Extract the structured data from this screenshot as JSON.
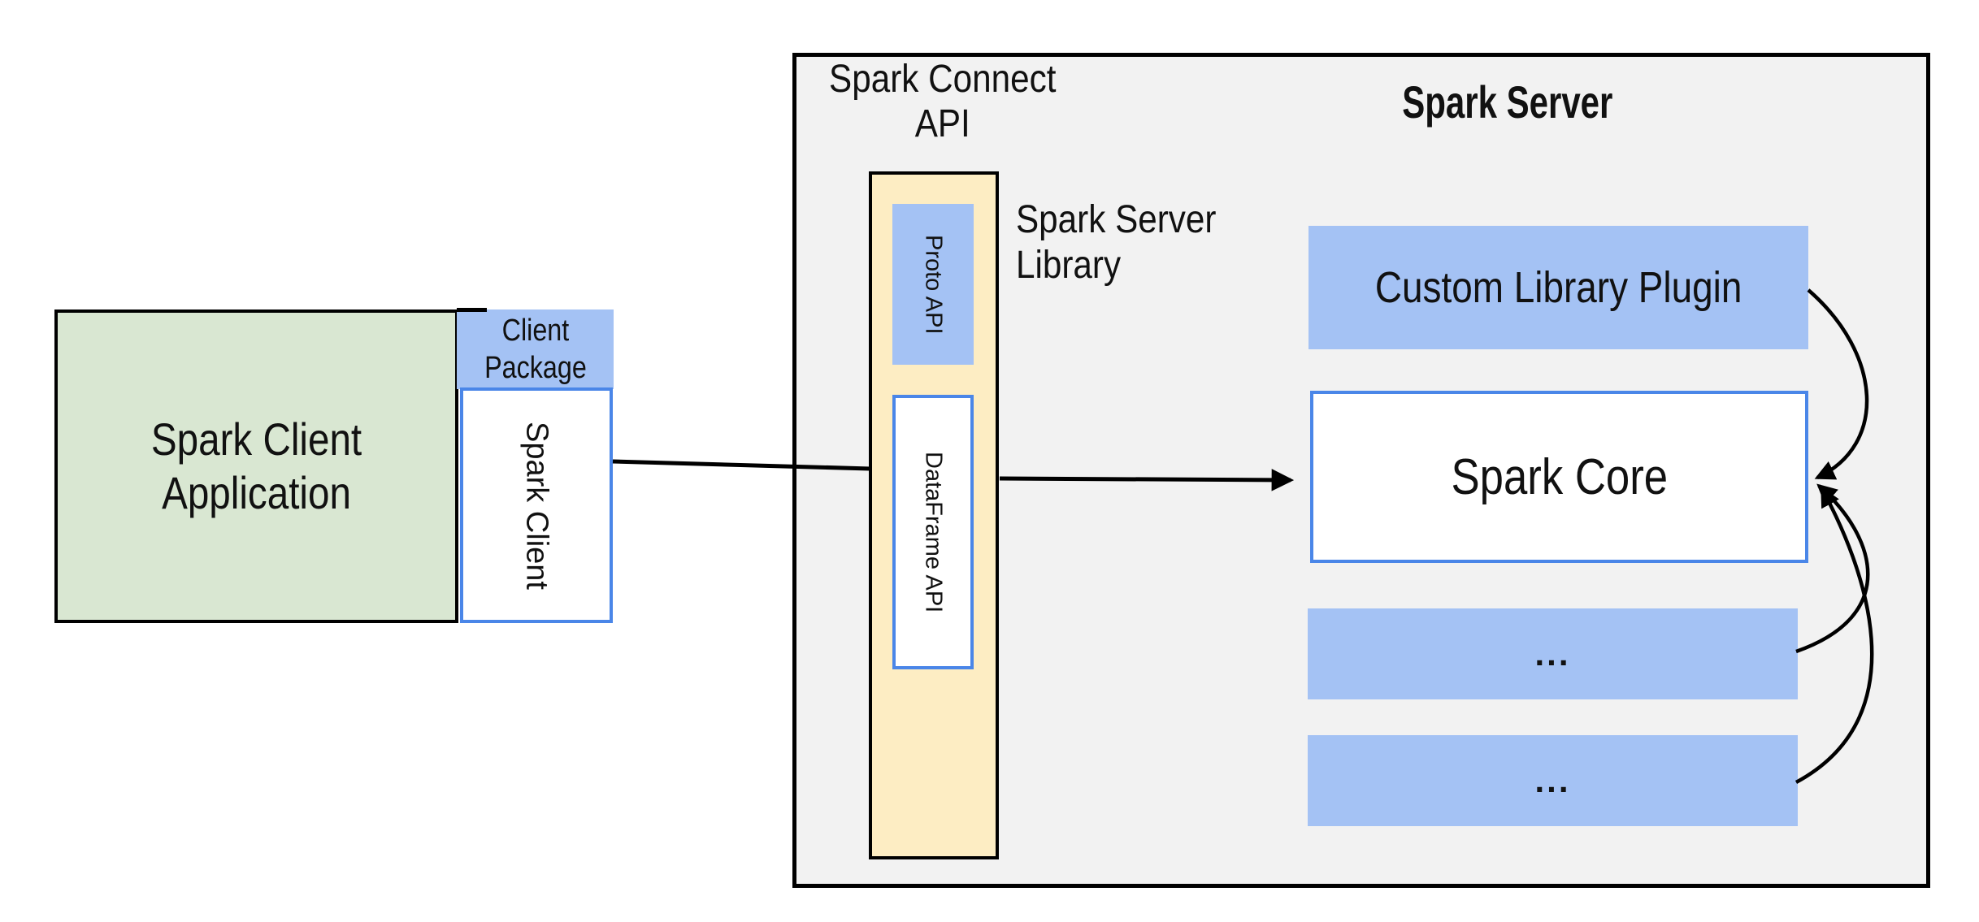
{
  "diagram": {
    "client_application": {
      "label_line1": "Spark Client",
      "label_line2": "Application"
    },
    "client_package": {
      "label_line1": "Client",
      "label_line2": "Package"
    },
    "spark_client": {
      "label": "Spark Client"
    },
    "spark_connect_api": {
      "label_line1": "Spark Connect",
      "label_line2": "API"
    },
    "spark_server": {
      "title": "Spark Server"
    },
    "spark_server_library": {
      "label_line1": "Spark Server",
      "label_line2": "Library"
    },
    "proto_api": {
      "label": "Proto API"
    },
    "dataframe_api": {
      "label": "DataFrame API"
    },
    "custom_library_plugin": {
      "label": "Custom Library Plugin"
    },
    "spark_core": {
      "label": "Spark Core"
    },
    "more_plugins_1": {
      "label": "..."
    },
    "more_plugins_2": {
      "label": "..."
    }
  },
  "colors": {
    "green_fill": "#d9e7d2",
    "blue_fill": "#a4c2f4",
    "yellow_fill": "#fdedc3",
    "gray_fill": "#f2f2f2",
    "white_fill": "#ffffff",
    "blue_border": "#4a86e8",
    "black": "#000000"
  }
}
